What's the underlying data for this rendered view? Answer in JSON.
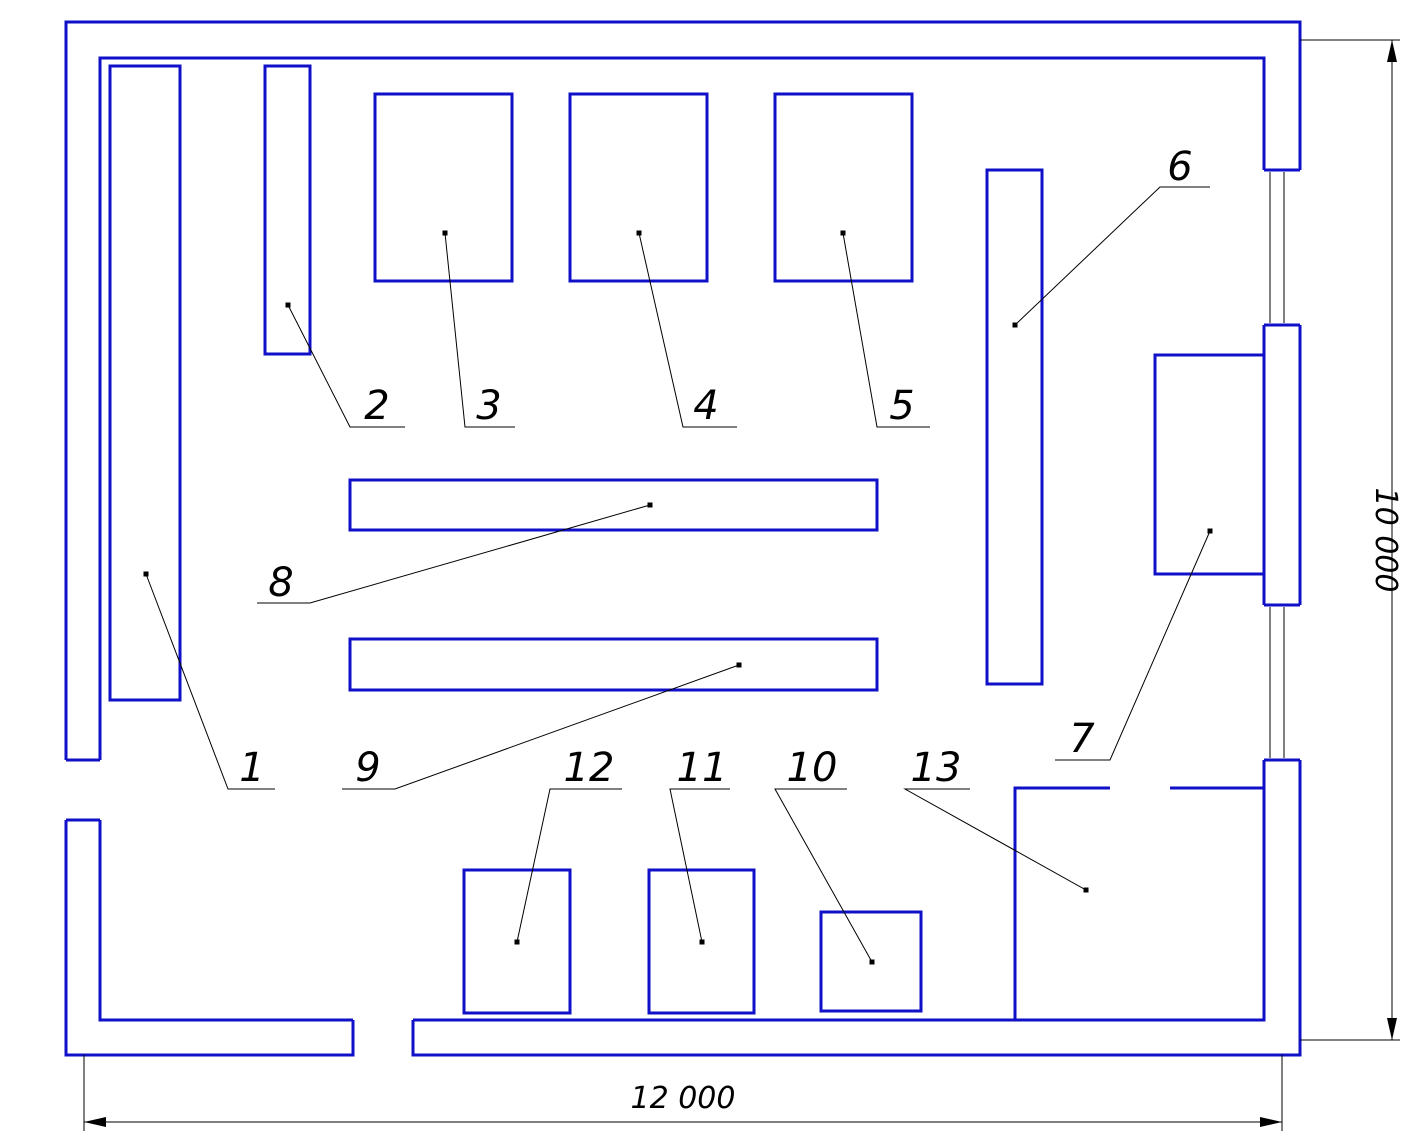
{
  "colors": {
    "wall": "#1010c8",
    "line": "#000000",
    "background": "#ffffff"
  },
  "callouts": {
    "c1": "1",
    "c2": "2",
    "c3": "3",
    "c4": "4",
    "c5": "5",
    "c6": "6",
    "c7": "7",
    "c8": "8",
    "c9": "9",
    "c10": "10",
    "c11": "11",
    "c12": "12",
    "c13": "13"
  },
  "dimensions": {
    "width_label": "12 000",
    "height_label": "10 000"
  }
}
